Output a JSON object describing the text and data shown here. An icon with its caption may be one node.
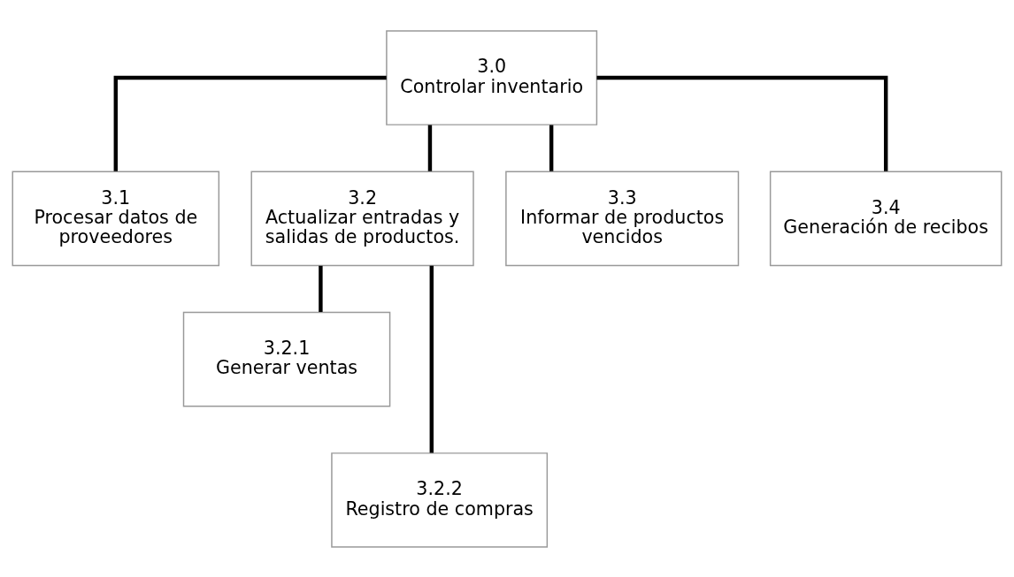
{
  "diagram": {
    "nodes": [
      {
        "text": [
          "3.0",
          "Controlar inventario"
        ]
      },
      {
        "text": [
          "3.1",
          "Procesar datos de proveedores"
        ]
      },
      {
        "text": [
          "3.2",
          "Actualizar entradas y salidas de productos."
        ]
      },
      {
        "text": [
          "3.3",
          "Informar de productos vencidos"
        ]
      },
      {
        "text": [
          "3.4",
          "Generación de recibos"
        ]
      },
      {
        "text": [
          "3.2.1",
          "Generar ventas"
        ]
      },
      {
        "text": [
          "3.2.2",
          "Registro de compras"
        ]
      }
    ],
    "edges": [
      {
        "from": 0,
        "to": 1,
        "arrow": "none"
      },
      {
        "from": 0,
        "to": 2,
        "arrow": "none"
      },
      {
        "from": 0,
        "to": 3,
        "arrow": "none"
      },
      {
        "from": 0,
        "to": 4,
        "arrow": "none"
      },
      {
        "from": 2,
        "to": 5,
        "arrow": "none"
      },
      {
        "from": 2,
        "to": 6,
        "arrow": "none"
      }
    ]
  }
}
